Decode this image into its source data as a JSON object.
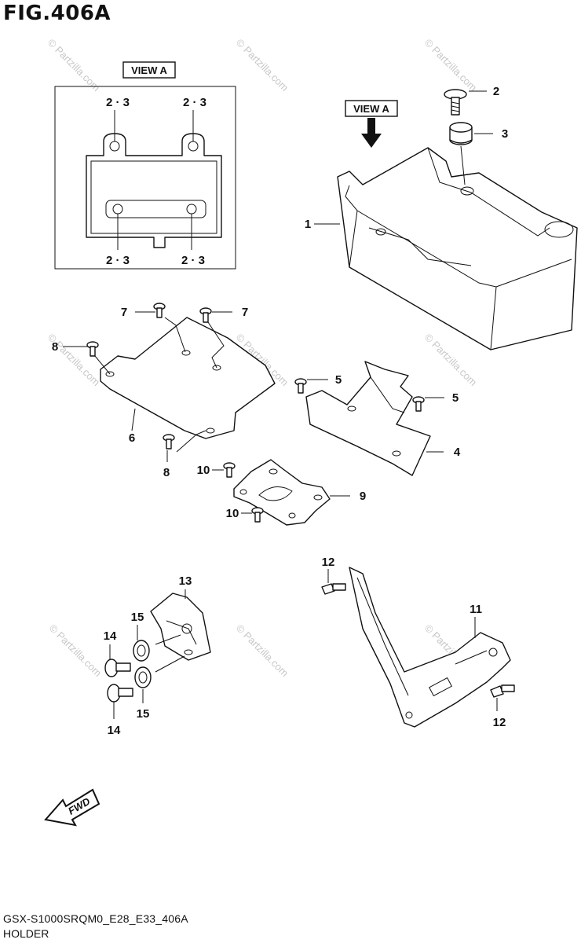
{
  "figure": {
    "title": "FIG.406A"
  },
  "view_a": {
    "label": "VIEW A",
    "callouts": [
      "2 · 3",
      "2 · 3",
      "2 · 3",
      "2 · 3"
    ]
  },
  "arrow_label": "VIEW A",
  "callouts": {
    "p1": "1",
    "p2": "2",
    "p3": "3",
    "p4": "4",
    "p5a": "5",
    "p5b": "5",
    "p6": "6",
    "p7a": "7",
    "p7b": "7",
    "p8a": "8",
    "p8b": "8",
    "p9": "9",
    "p10a": "10",
    "p10b": "10",
    "p11": "11",
    "p12a": "12",
    "p12b": "12",
    "p13": "13",
    "p14a": "14",
    "p14b": "14",
    "p15a": "15",
    "p15b": "15"
  },
  "fwd_label": "FWD",
  "watermark": "© Partzilla.com",
  "footer": {
    "code": "GSX-S1000SRQM0_E28_E33_406A",
    "name": "HOLDER"
  }
}
